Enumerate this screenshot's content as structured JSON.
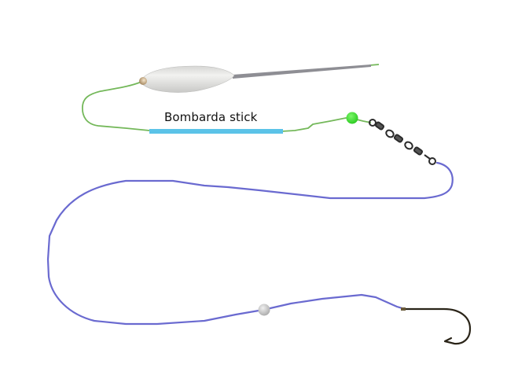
{
  "diagram": {
    "type": "fishing-rig",
    "labels": {
      "bombarda": "Bombarda stick"
    },
    "components": [
      {
        "id": "float",
        "name": "Bombarda float",
        "color": "#e4e4e2"
      },
      {
        "id": "float-antenna",
        "name": "Float antenna",
        "color": "#8e8e94"
      },
      {
        "id": "main-line",
        "name": "Main line",
        "color": "#74b85a"
      },
      {
        "id": "bombarda-stick",
        "name": "Bombarda stick",
        "color": "#5bc3e8"
      },
      {
        "id": "stopper-bead",
        "name": "Green bead",
        "color": "#3ee23a"
      },
      {
        "id": "swivel-chain",
        "name": "Swivel chain",
        "color": "#2b2b2b"
      },
      {
        "id": "leader-line",
        "name": "Leader line",
        "color": "#6a6ad0"
      },
      {
        "id": "leader-bead",
        "name": "Grey bead",
        "color": "#c8c8c8"
      },
      {
        "id": "hook",
        "name": "Hook",
        "color": "#2a2418"
      }
    ]
  }
}
